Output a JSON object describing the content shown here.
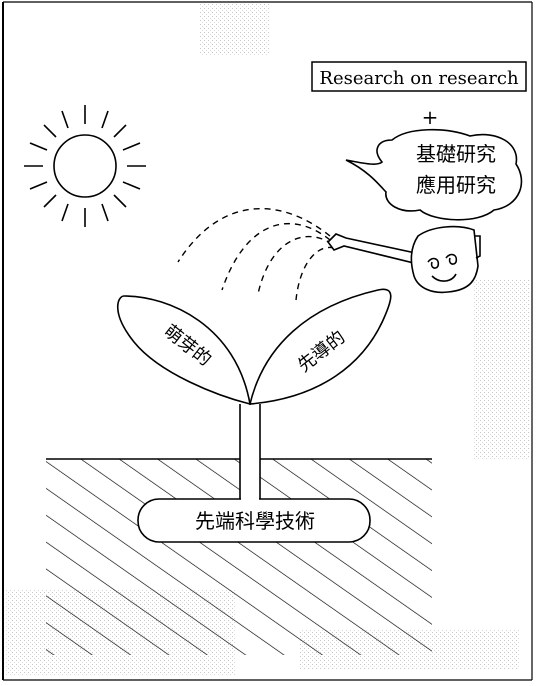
{
  "title_box": {
    "text": "Research on research"
  },
  "plus_sign": "+",
  "speech_cloud": {
    "line1": "基礎研究",
    "line2": "應用研究"
  },
  "leaf_left": {
    "label": "萌芽的"
  },
  "leaf_right": {
    "label": "先導的"
  },
  "root_bulb": {
    "label": "先端科學技術"
  }
}
